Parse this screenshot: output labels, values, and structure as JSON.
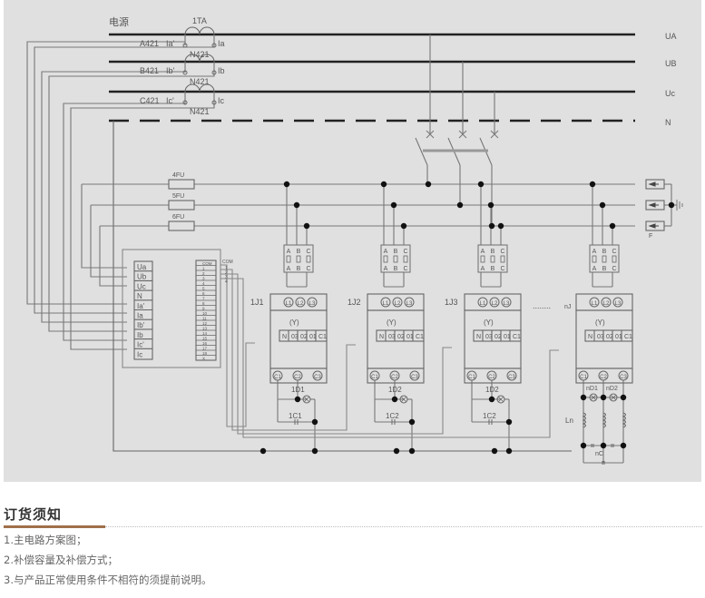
{
  "diagram": {
    "power_label": "电源",
    "ct_label": "1TA",
    "phases": [
      {
        "bus": "UA",
        "wire": "A421",
        "ct_in": "Ia'",
        "ct_out": "Ia",
        "neutral": "N421"
      },
      {
        "bus": "UB",
        "wire": "B421",
        "ct_in": "Ib'",
        "ct_out": "Ib",
        "neutral": "N421"
      },
      {
        "bus": "Uc",
        "wire": "C421",
        "ct_in": "Ic'",
        "ct_out": "Ic",
        "neutral": "N421"
      }
    ],
    "neutral_bus": "N",
    "fuses": [
      "4FU",
      "5FU",
      "6FU"
    ],
    "arrester_label": "F",
    "controller": {
      "inputs": [
        "Ua",
        "Ub",
        "Uc",
        "N",
        "Ia'",
        "Ia",
        "Ib'",
        "Ib",
        "Ic'",
        "Ic"
      ],
      "outputs": [
        "COM",
        "1",
        "2",
        "3",
        "4",
        "5",
        "6",
        "7",
        "8",
        "9",
        "10",
        "11",
        "12",
        "13",
        "14",
        "15",
        "16",
        "17",
        "18",
        "X"
      ],
      "com_lines": [
        "COM",
        "1",
        "2",
        "3",
        "4"
      ]
    },
    "fuse_block_labels": [
      "A",
      "B",
      "C"
    ],
    "contactor_terminals_top": [
      "L1",
      "L2",
      "L3"
    ],
    "contactor_terminals_bottom": [
      "C1",
      "C2",
      "C3"
    ],
    "contactor_type": "(Y)",
    "contactor_pins": [
      "N",
      "03",
      "02",
      "01",
      "C1"
    ],
    "branches": [
      {
        "id": "1J1",
        "lamp": "1D1",
        "capacitor": "1C1"
      },
      {
        "id": "1J2",
        "lamp": "1D2",
        "capacitor": "1C2"
      },
      {
        "id": "1J3",
        "lamp": "1D2",
        "capacitor": "1C2"
      },
      {
        "id": "nJ",
        "lamp1": "nD1",
        "lamp2": "nD2",
        "reactor": "Ln",
        "capacitor": "nC"
      }
    ],
    "ellipsis": "........"
  },
  "notice": {
    "title": "订货须知",
    "items": [
      "1.主电路方案图；",
      "2.补偿容量及补偿方式；",
      "3.与产品正常使用条件不相符的须提前说明。"
    ]
  }
}
